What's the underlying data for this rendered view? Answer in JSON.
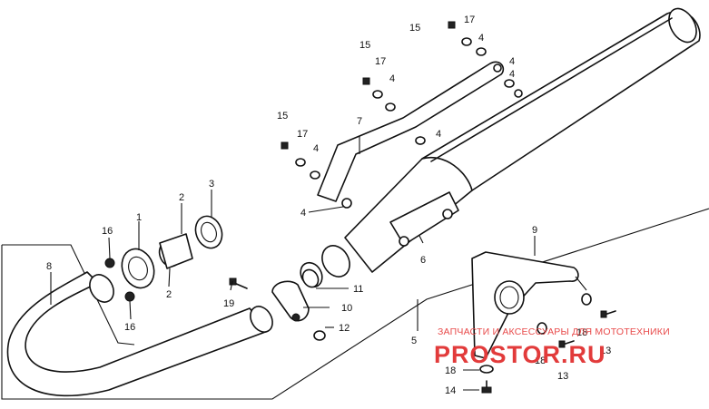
{
  "callouts": {
    "c1": "1",
    "c2a": "2",
    "c2b": "2",
    "c3": "3",
    "c4a": "4",
    "c4b": "4",
    "c4c": "4",
    "c4d": "4",
    "c4e": "4",
    "c4f": "4",
    "c4g": "4",
    "c5": "5",
    "c6": "6",
    "c7": "7",
    "c8": "8",
    "c9": "9",
    "c10": "10",
    "c11": "11",
    "c12": "12",
    "c13a": "13",
    "c13b": "13",
    "c14": "14",
    "c15a": "15",
    "c15b": "15",
    "c15c": "15",
    "c16a": "16",
    "c16b": "16",
    "c17a": "17",
    "c17b": "17",
    "c17c": "17",
    "c18a": "18",
    "c18b": "18",
    "c18c": "18",
    "c19": "19"
  },
  "watermark": {
    "tagline": "ЗАПЧАСТИ И АКСЕССУАРЫ ДЛЯ МОТОТЕХНИКИ",
    "brand": "PROSTOR.RU"
  },
  "colors": {
    "watermark": "#e23b3b",
    "ink": "#111111"
  }
}
